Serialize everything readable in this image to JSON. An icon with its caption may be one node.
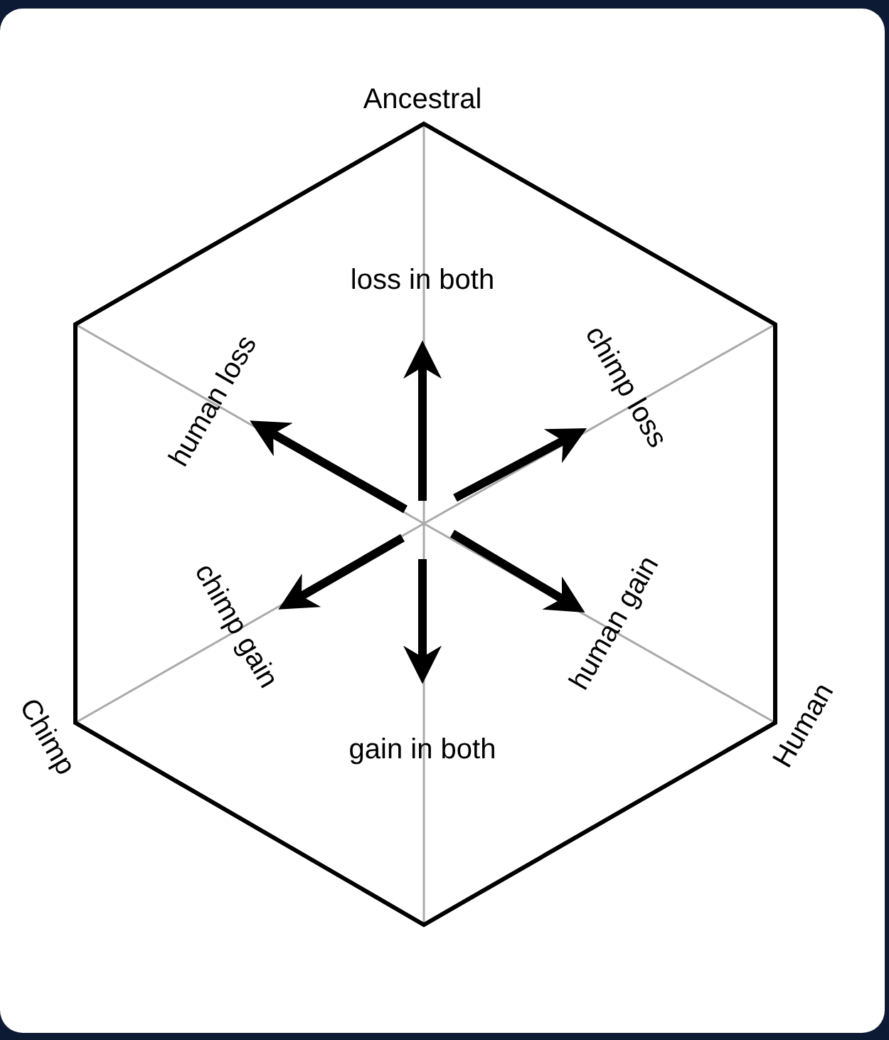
{
  "diagram": {
    "labels": [
      "Ancestral",
      "loss in both",
      "human loss",
      "chimp loss",
      "chimp gain",
      "human gain",
      "gain in both",
      "Chimp",
      "Human"
    ]
  }
}
